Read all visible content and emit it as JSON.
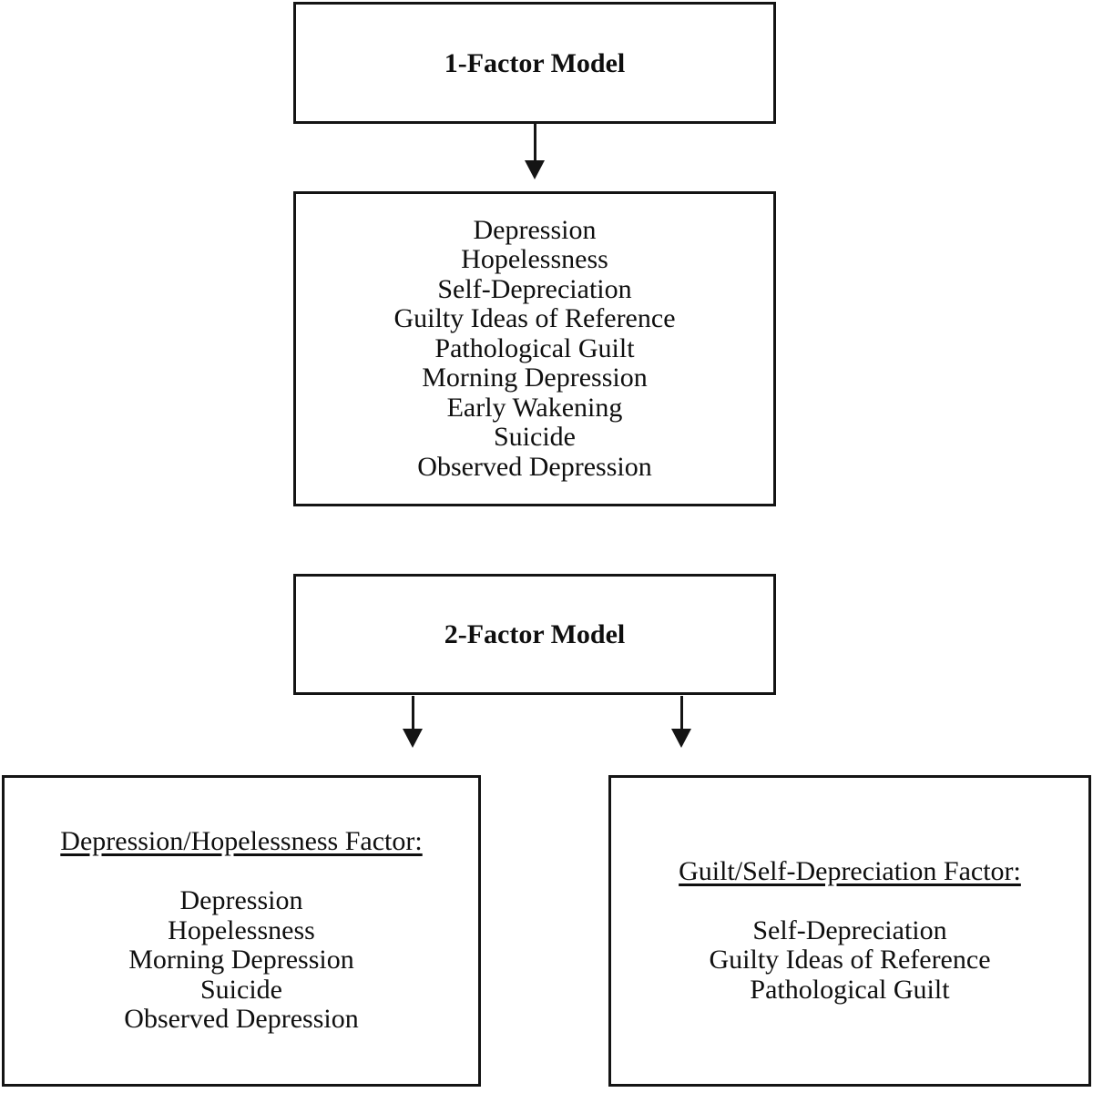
{
  "colors": {
    "background": "#ffffff",
    "line": "#141414",
    "text": "#0f0f0f"
  },
  "model1": {
    "title": "1-Factor Model",
    "items": [
      "Depression",
      "Hopelessness",
      "Self-Depreciation",
      "Guilty Ideas of Reference",
      "Pathological Guilt",
      "Morning Depression",
      "Early Wakening",
      "Suicide",
      "Observed Depression"
    ]
  },
  "model2": {
    "title": "2-Factor Model",
    "factors": [
      {
        "heading": "Depression/Hopelessness Factor:",
        "items": [
          "Depression",
          "Hopelessness",
          "Morning Depression",
          "Suicide",
          "Observed Depression"
        ]
      },
      {
        "heading": "Guilt/Self-Depreciation Factor:",
        "items": [
          "Self-Depreciation",
          "Guilty Ideas of Reference",
          "Pathological Guilt"
        ]
      }
    ]
  }
}
